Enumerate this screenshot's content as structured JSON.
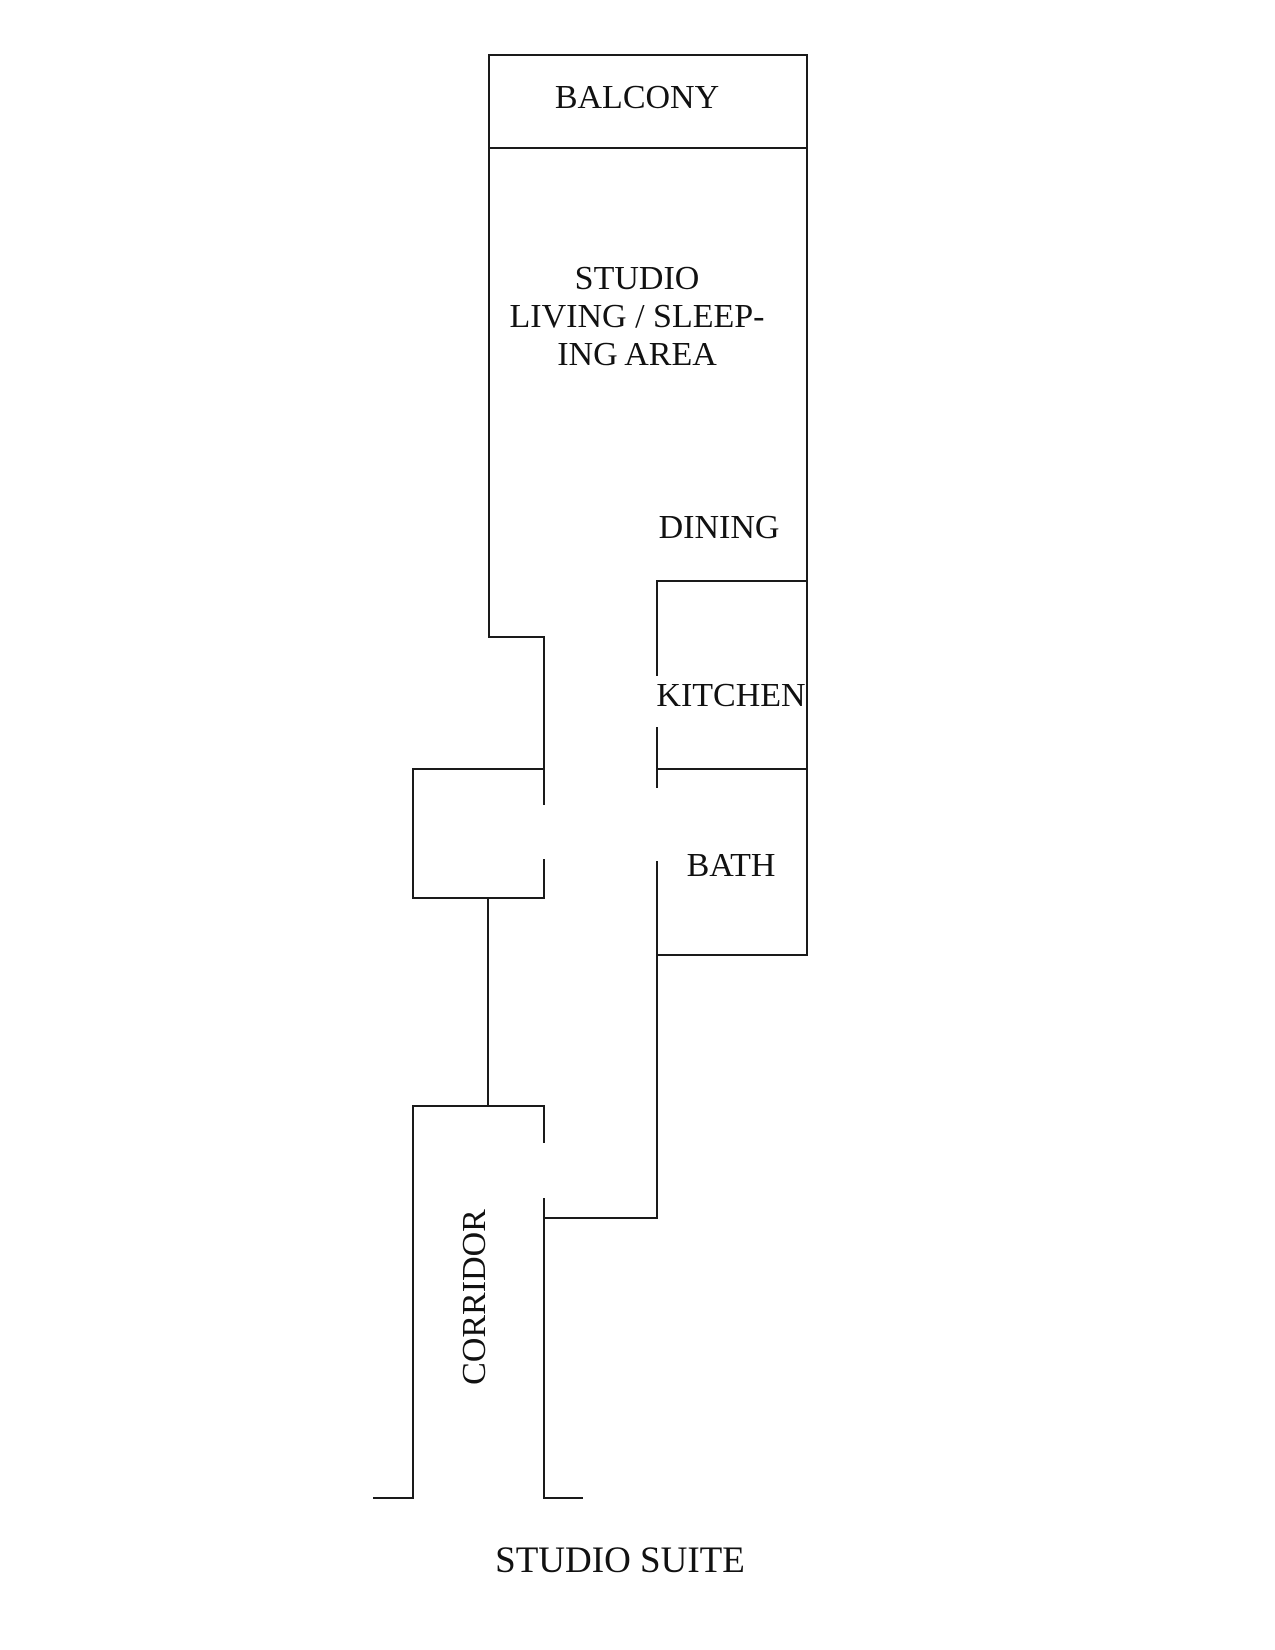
{
  "plan": {
    "title": "STUDIO SUITE",
    "rooms": {
      "balcony": {
        "label": "BALCONY"
      },
      "studio": {
        "label": "STUDIO\nLIVING / SLEEP-\nING AREA"
      },
      "dining": {
        "label": "DINING"
      },
      "kitchen": {
        "label": "KITCHEN"
      },
      "bath": {
        "label": "BATH"
      },
      "corridor": {
        "label": "CORRIDOR"
      }
    },
    "colors": {
      "line": "#1a1a1a",
      "text": "#111111",
      "background": "#ffffff"
    }
  }
}
